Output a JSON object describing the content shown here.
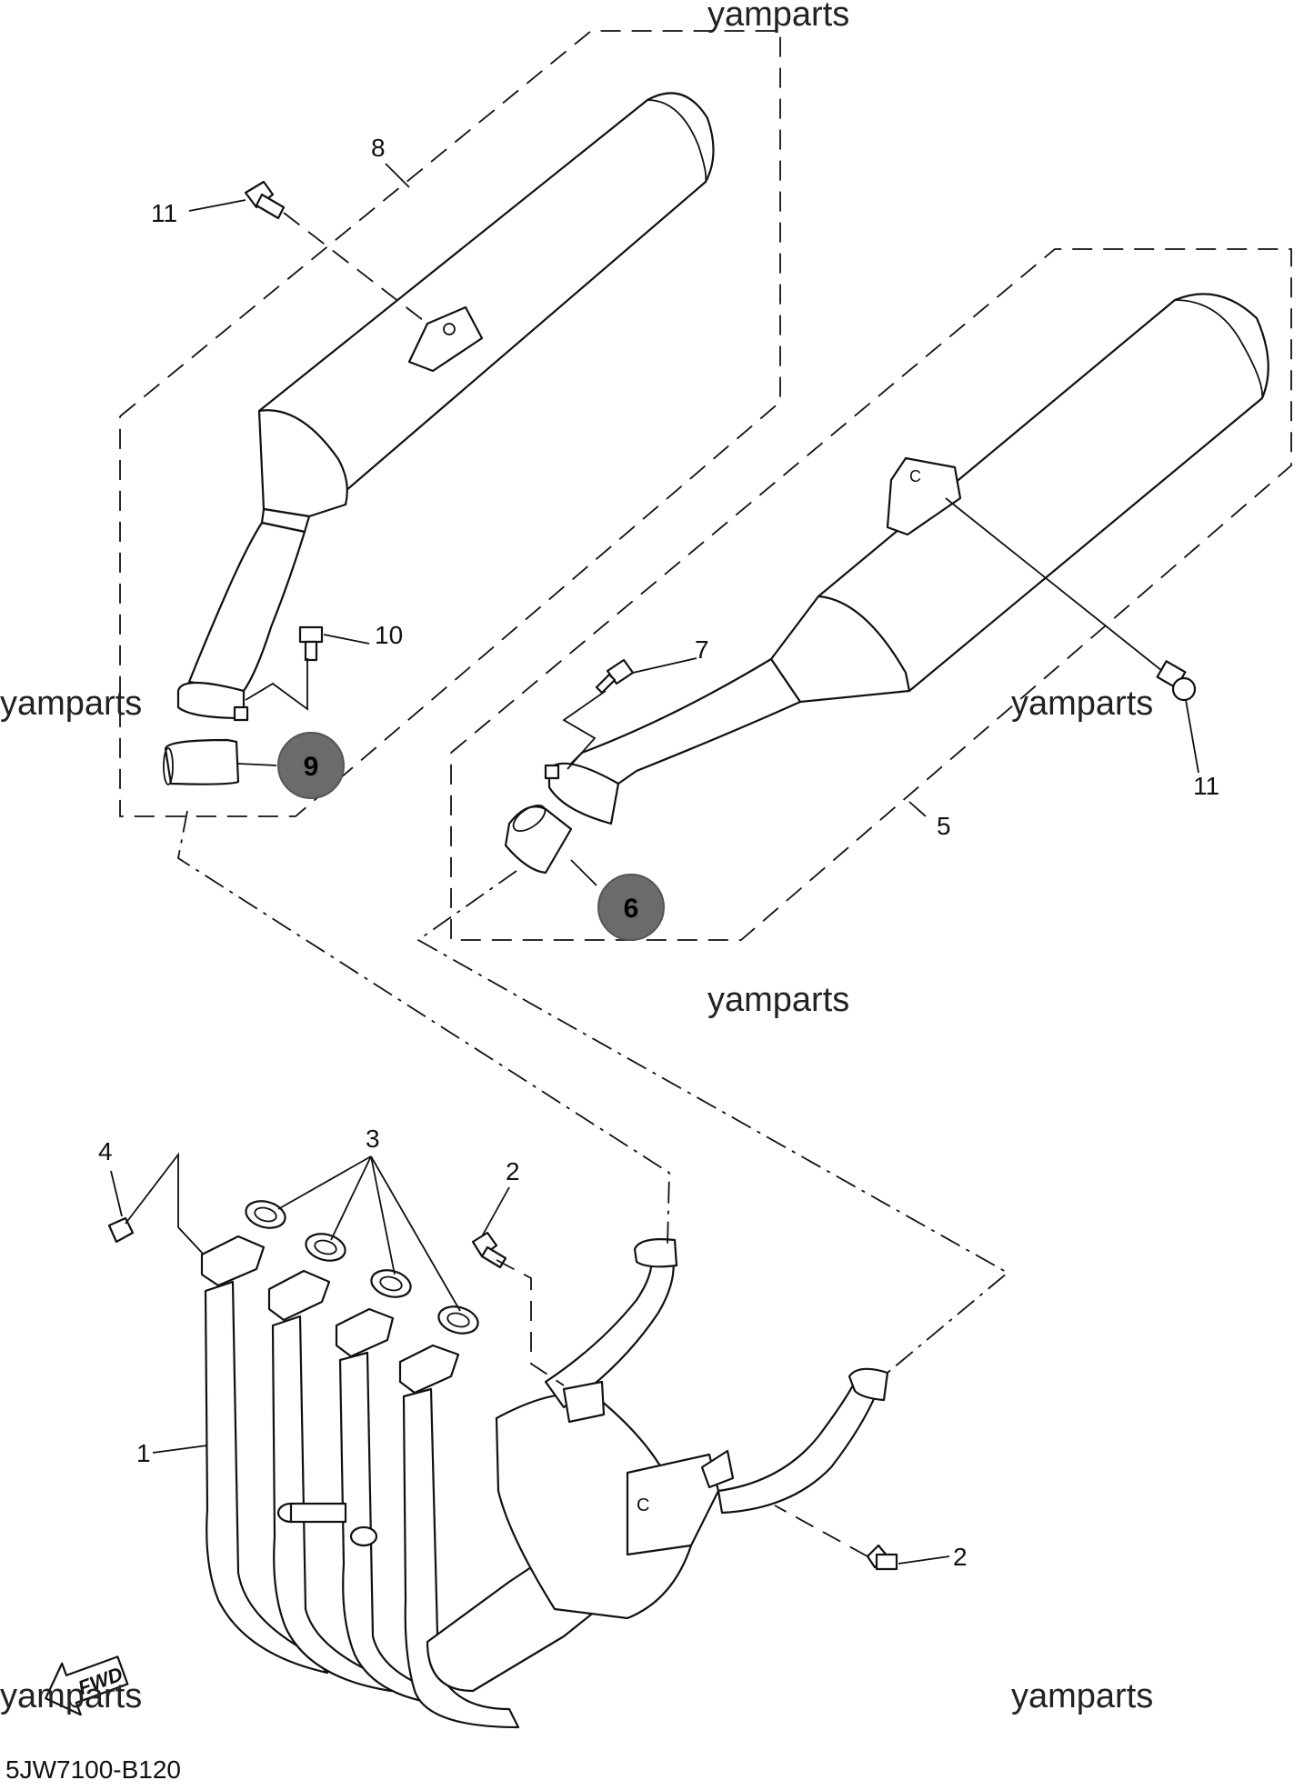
{
  "watermark": "yamparts",
  "diagram_code": "5JW7100-B120",
  "fwd_label": "FWD",
  "callouts": {
    "c1": "1",
    "c2a": "2",
    "c2b": "2",
    "c3": "3",
    "c4": "4",
    "c5": "5",
    "c6": "6",
    "c7": "7",
    "c8": "8",
    "c9": "9",
    "c10": "10",
    "c11a": "11",
    "c11b": "11"
  },
  "colors": {
    "badge_fill": "#6b6b6b",
    "line": "#111111",
    "background": "#ffffff"
  }
}
